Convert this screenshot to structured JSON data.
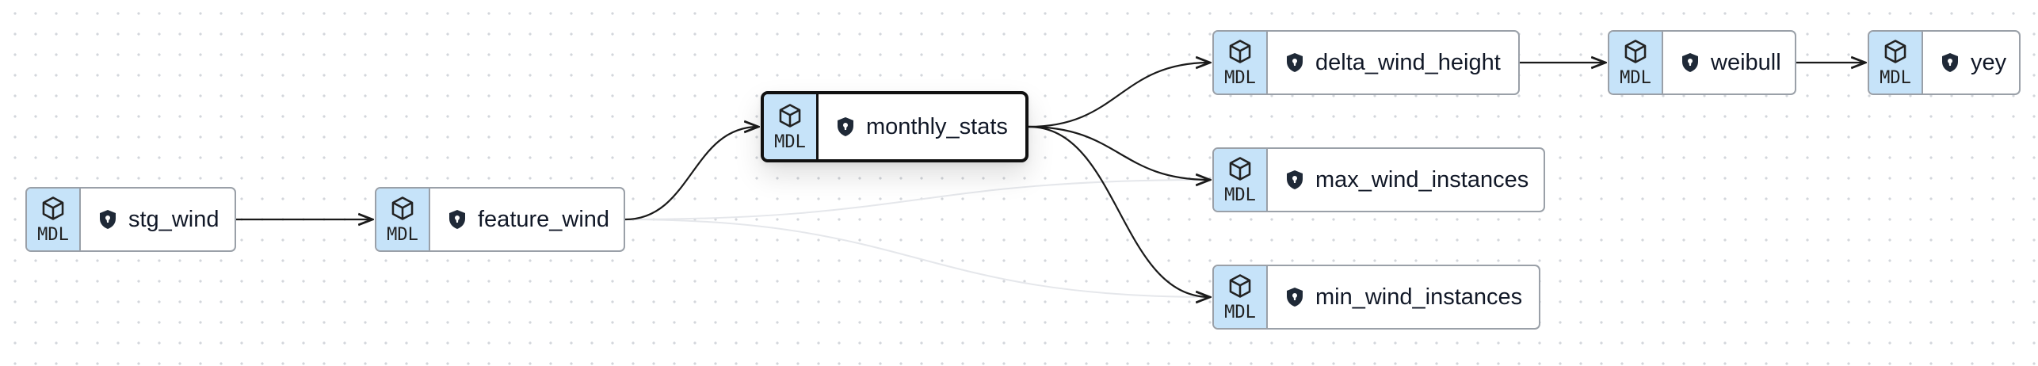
{
  "badge_label": "MDL",
  "node_icon": "cube-icon",
  "status_icon": "shield-icon",
  "colors": {
    "badge_bg": "#c6e3f9",
    "border": "#9aa0a8",
    "selected_border": "#111111",
    "edge_active": "#1a1a1a",
    "edge_faded": "#e5e7eb",
    "canvas_dot": "#d3d6db"
  },
  "nodes": [
    {
      "id": "stg_wind",
      "name": "stg_wind",
      "selected": false
    },
    {
      "id": "feature_wind",
      "name": "feature_wind",
      "selected": false
    },
    {
      "id": "monthly_stats",
      "name": "monthly_stats",
      "selected": true
    },
    {
      "id": "delta_wind_height",
      "name": "delta_wind_height",
      "selected": false
    },
    {
      "id": "max_wind_instances",
      "name": "max_wind_instances",
      "selected": false
    },
    {
      "id": "min_wind_instances",
      "name": "min_wind_instances",
      "selected": false
    },
    {
      "id": "weibull",
      "name": "weibull",
      "selected": false
    },
    {
      "id": "yey",
      "name": "yey",
      "selected": false
    }
  ],
  "edges": [
    {
      "from": "stg_wind",
      "to": "feature_wind",
      "style": "active"
    },
    {
      "from": "feature_wind",
      "to": "monthly_stats",
      "style": "active"
    },
    {
      "from": "feature_wind",
      "to": "max_wind_instances",
      "style": "faded"
    },
    {
      "from": "feature_wind",
      "to": "min_wind_instances",
      "style": "faded"
    },
    {
      "from": "monthly_stats",
      "to": "delta_wind_height",
      "style": "active"
    },
    {
      "from": "monthly_stats",
      "to": "max_wind_instances",
      "style": "active"
    },
    {
      "from": "monthly_stats",
      "to": "min_wind_instances",
      "style": "active"
    },
    {
      "from": "delta_wind_height",
      "to": "weibull",
      "style": "active"
    },
    {
      "from": "weibull",
      "to": "yey",
      "style": "active"
    }
  ]
}
